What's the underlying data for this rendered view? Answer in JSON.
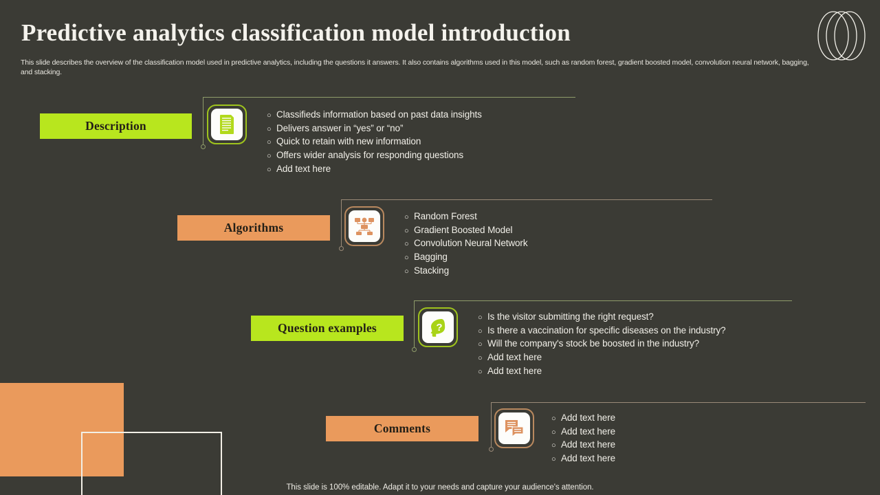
{
  "slide": {
    "background_color": "#3b3b35",
    "accent_green": "#b8e61e",
    "accent_orange": "#ea9a5c",
    "text_color": "#f1efe8"
  },
  "header": {
    "title": "Predictive analytics classification model introduction",
    "subtitle": "This slide describes the overview of the classification model used in predictive analytics, including the questions it answers. It also contains algorithms used in this model, such as random forest, gradient boosted model, convolution neural network, bagging, and stacking."
  },
  "logo": {
    "icon": "three-overlapping-rings-logo"
  },
  "rows": [
    {
      "label": "Description",
      "chip_color": "green",
      "icon": "document-lines-icon",
      "bullets": [
        "Classifieds information based on past data insights",
        "Delivers answer in “yes” or “no”",
        "Quick to retain with new information",
        "Offers wider analysis for responding questions",
        "Add text here"
      ]
    },
    {
      "label": "Algorithms",
      "chip_color": "orange",
      "icon": "network-hierarchy-icon",
      "bullets": [
        "Random Forest",
        "Gradient Boosted Model",
        "Convolution Neural Network",
        "Bagging",
        "Stacking"
      ]
    },
    {
      "label": "Question examples",
      "chip_color": "green",
      "icon": "head-question-mark-icon",
      "bullets": [
        "Is the visitor submitting the right request?",
        "Is there a vaccination for specific diseases on the industry?",
        "Will the company's stock be boosted in the industry?",
        "Add text here",
        "Add text here"
      ]
    },
    {
      "label": "Comments",
      "chip_color": "orange",
      "icon": "speech-bubbles-icon",
      "bullets": [
        "Add text here",
        "Add text here",
        "Add text here",
        "Add text here"
      ]
    }
  ],
  "footer": {
    "note": "This slide is 100% editable. Adapt it to your needs and capture your audience's attention."
  },
  "bullet_marker": "○"
}
